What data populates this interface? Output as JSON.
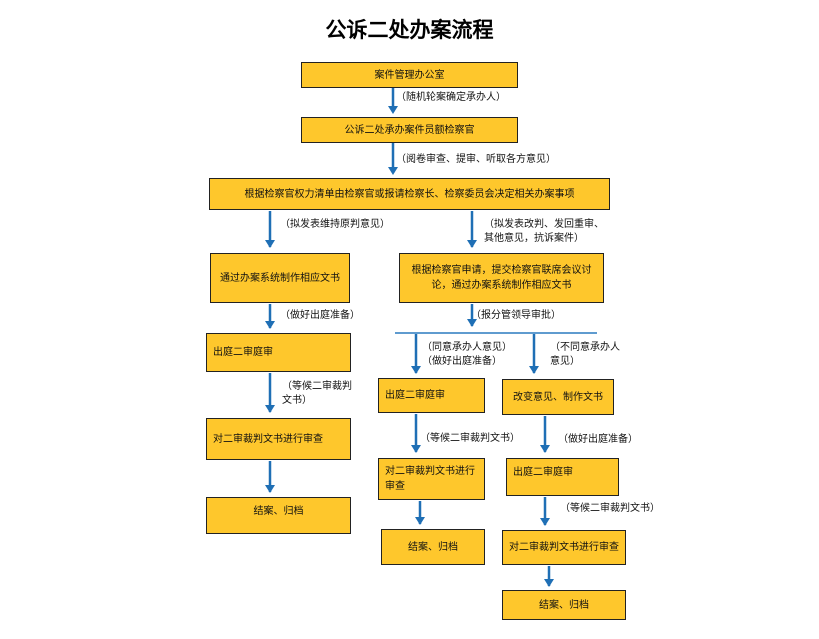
{
  "title": "公诉二处办案流程",
  "colors": {
    "box_fill": "#fec72c",
    "arrow": "#1f6fb5",
    "divider": "#2a7abf"
  },
  "boxes": {
    "case_office": "案件管理办公室",
    "prosecutor": "公诉二处承办案件员额检察官",
    "decision": "根据检察官权力清单由检察官或报请检察长、检察委员会决定相关办案事项",
    "left_make_docs": "通过办案系统制作相应文书",
    "left_court": "出庭二审庭审",
    "left_review": "对二审裁判文书进行审查",
    "left_close": "结案、归档",
    "right_request": "根据检察官申请，提交检察官联席会议讨论，通过办案系统制作相应文书",
    "agree_court": "出庭二审庭审",
    "agree_review": "对二审裁判文书进行审查",
    "agree_close": "结案、归档",
    "disagree_change": "改变意见、制作文书",
    "disagree_court": "出庭二审庭审",
    "disagree_review": "对二审裁判文书进行审查",
    "disagree_close": "结案、归档"
  },
  "notes": {
    "random_assign": "（随机轮案确定承办人）",
    "review_opinions": "（阅卷审查、提审、听取各方意见）",
    "left_draft": "（拟发表维持原判意见）",
    "right_draft": "（拟发表改判、发回重审、\n其他意见，抗诉案件）",
    "left_prepare": "（做好出庭准备）",
    "submit_leader": "（报分管领导审批）",
    "agree": "（同意承办人意见）\n（做好出庭准备）",
    "disagree": "（不同意承办人\n意见）",
    "left_wait": "（等候二审裁判\n文书）",
    "agree_wait": "（等候二审裁判文书）",
    "disagree_prepare": "（做好出庭准备）",
    "disagree_wait": "（等候二审裁判文书）"
  }
}
